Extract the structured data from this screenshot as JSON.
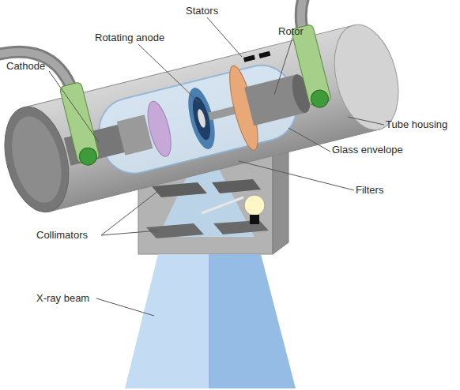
{
  "diagram": {
    "labels": [
      "Stators",
      "Rotor",
      "Rotating anode",
      "Cathode",
      "Tube housing",
      "Glass envelope",
      "Filters",
      "Collimators",
      "X-ray beam"
    ]
  }
}
